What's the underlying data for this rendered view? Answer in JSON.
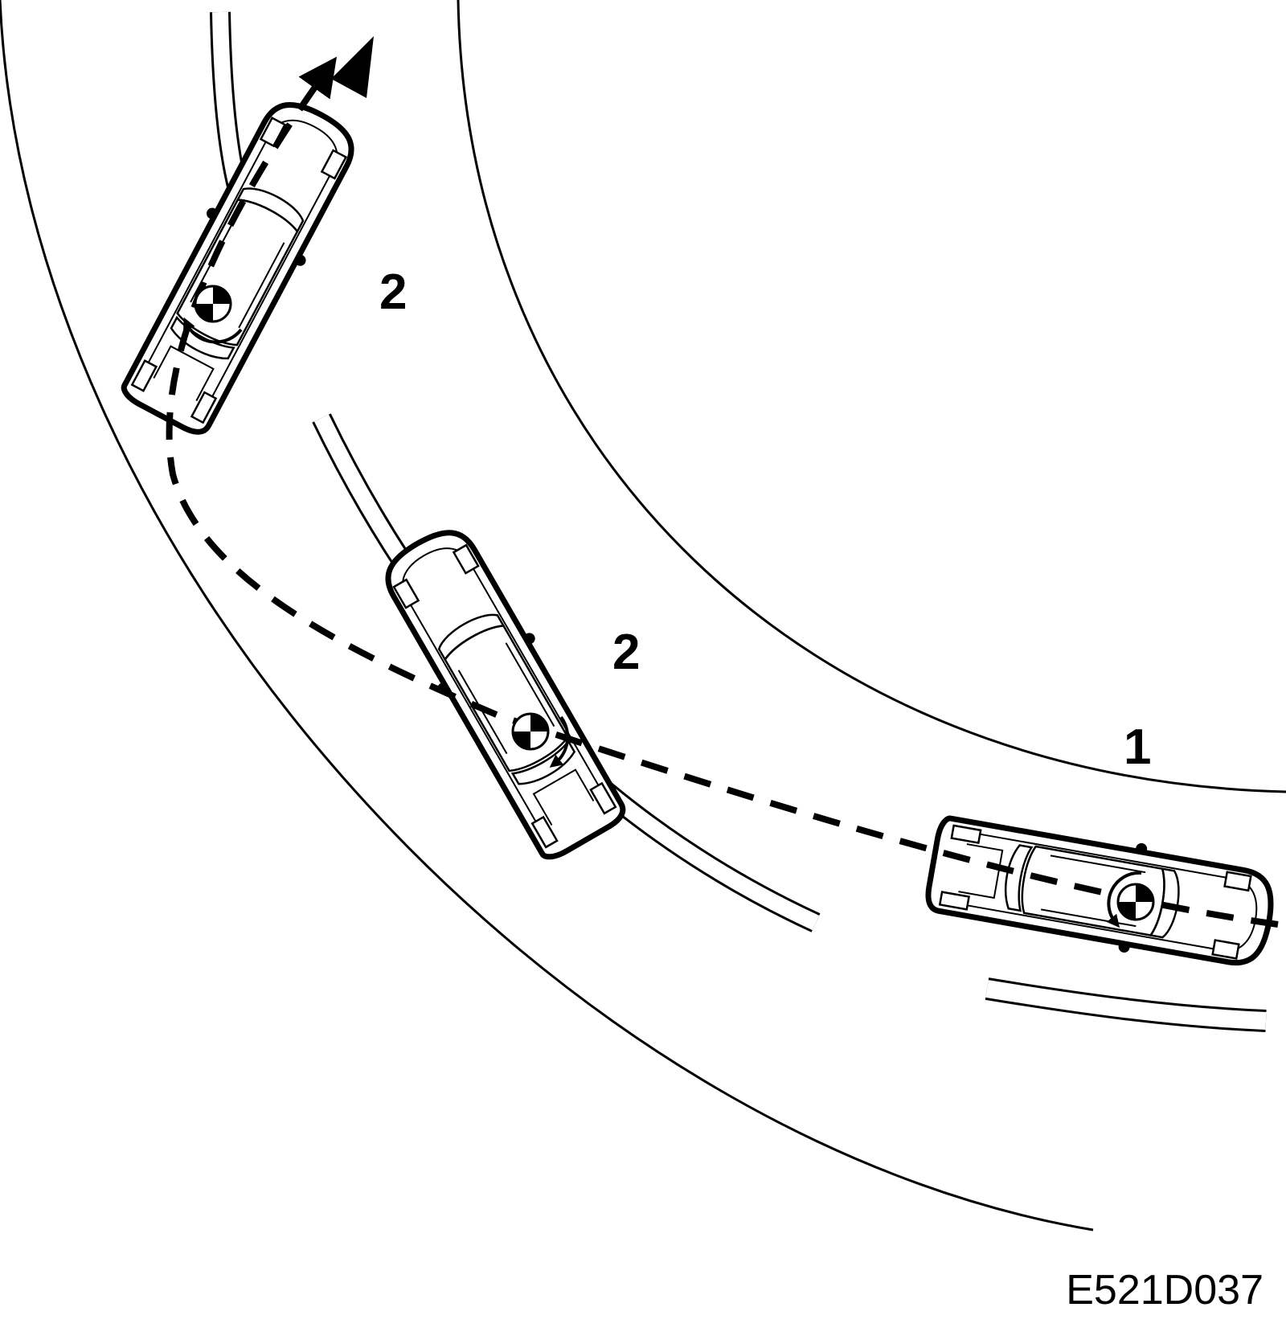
{
  "labels": {
    "position_1": "1",
    "position_2_upper": "2",
    "position_2_middle": "2"
  },
  "figure_code": "E521D037",
  "colors": {
    "ink": "#000000",
    "paper": "#ffffff"
  },
  "icons": {
    "center_of_gravity": "center-of-gravity-icon",
    "rotation": "yaw-rotation-arrow-icon",
    "direction": "direction-arrow-icon"
  }
}
